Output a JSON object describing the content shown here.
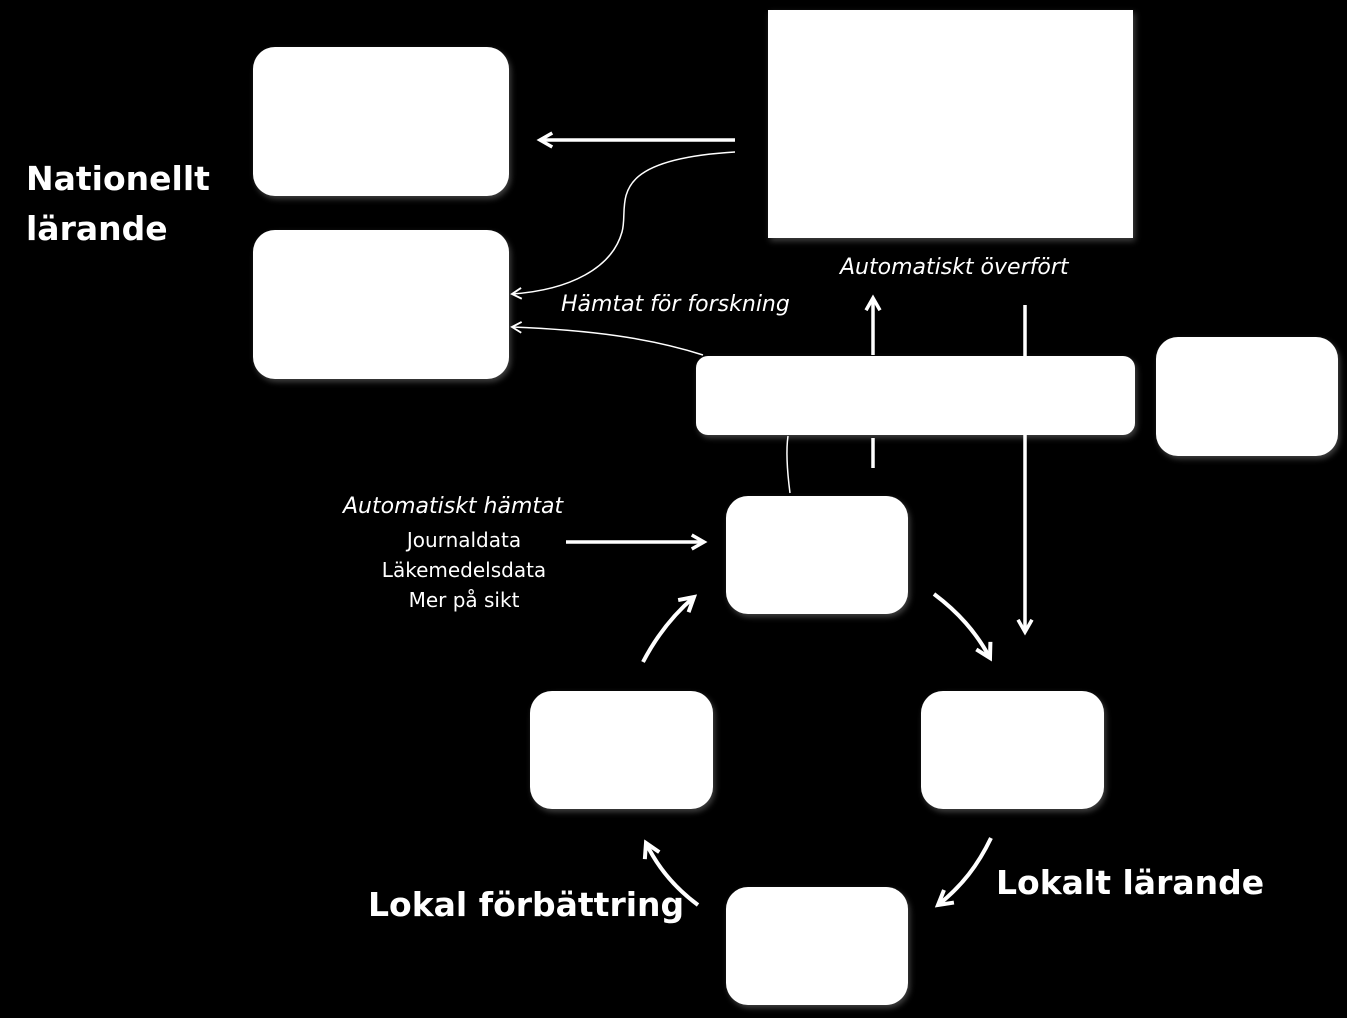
{
  "labels": {
    "national_line1": "Nationellt",
    "national_line2": "lärande",
    "automatiskt_overfort": "Automatiskt överfört",
    "hamtat_for_forskning": "Hämtat för forskning",
    "automatiskt_hamtat": "Automatiskt hämtat",
    "journaldata": "Journaldata",
    "lakemedelsdata": "Läkemedelsdata",
    "mer_pa_sikt": "Mer på sikt",
    "lokalt_larande": "Lokalt lärande",
    "lokal_forbattring": "Lokal förbättring"
  },
  "colors": {
    "background": "#000000",
    "foreground": "#ffffff"
  }
}
